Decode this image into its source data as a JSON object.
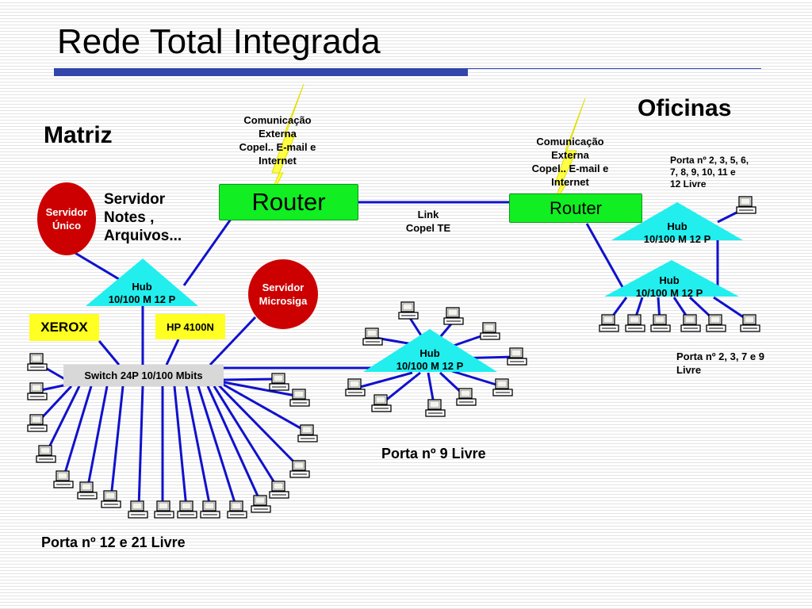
{
  "title": "Rede Total Integrada",
  "matriz": "Matriz",
  "oficinas": "Oficinas",
  "comm_left": [
    "Comunicação",
    "Externa",
    "Copel.. E-mail e",
    "Internet"
  ],
  "comm_right": [
    "Comunicação",
    "Externa",
    "Copel.. E-mail e",
    "Internet"
  ],
  "router_left": "Router",
  "router_right": "Router",
  "link": [
    "Link",
    "Copel TE"
  ],
  "servidor_unico": [
    "Servidor",
    "Único"
  ],
  "servidor_notes": [
    "Servidor",
    "Notes ,",
    "Arquivos..."
  ],
  "servidor_microsiga": [
    "Servidor",
    "Microsiga"
  ],
  "hub_label": [
    "Hub",
    "10/100 M 12 P"
  ],
  "hub_top_right": [
    "Hub",
    "10/100 M 12 P"
  ],
  "hub_bottom_right": [
    "Hub",
    "10/100 M 12 P"
  ],
  "hub_center": [
    "Hub",
    "10/100 M 12 P"
  ],
  "xerox": "XEROX",
  "hp": "HP 4100N",
  "switch": "Switch 24P 10/100 Mbits",
  "porta_topright": [
    "Porta nº 2, 3, 5, 6,",
    "7, 8, 9, 10, 11 e",
    "12   Livre"
  ],
  "porta_right": [
    "Porta nº 2, 3, 7 e 9",
    "Livre"
  ],
  "porta_9": "Porta nº 9 Livre",
  "porta_12_21": "Porta nº 12 e 21 Livre",
  "colors": {
    "line": "#1111cc",
    "router": "#11ee22",
    "hub": "#22eeee",
    "server": "#cc0000",
    "yellow": "#ffff22",
    "lightning": "#ffff44",
    "title_bar": "#3344aa"
  },
  "icons": {
    "workstation": "computer-icon",
    "bolt": "lightning-icon"
  }
}
